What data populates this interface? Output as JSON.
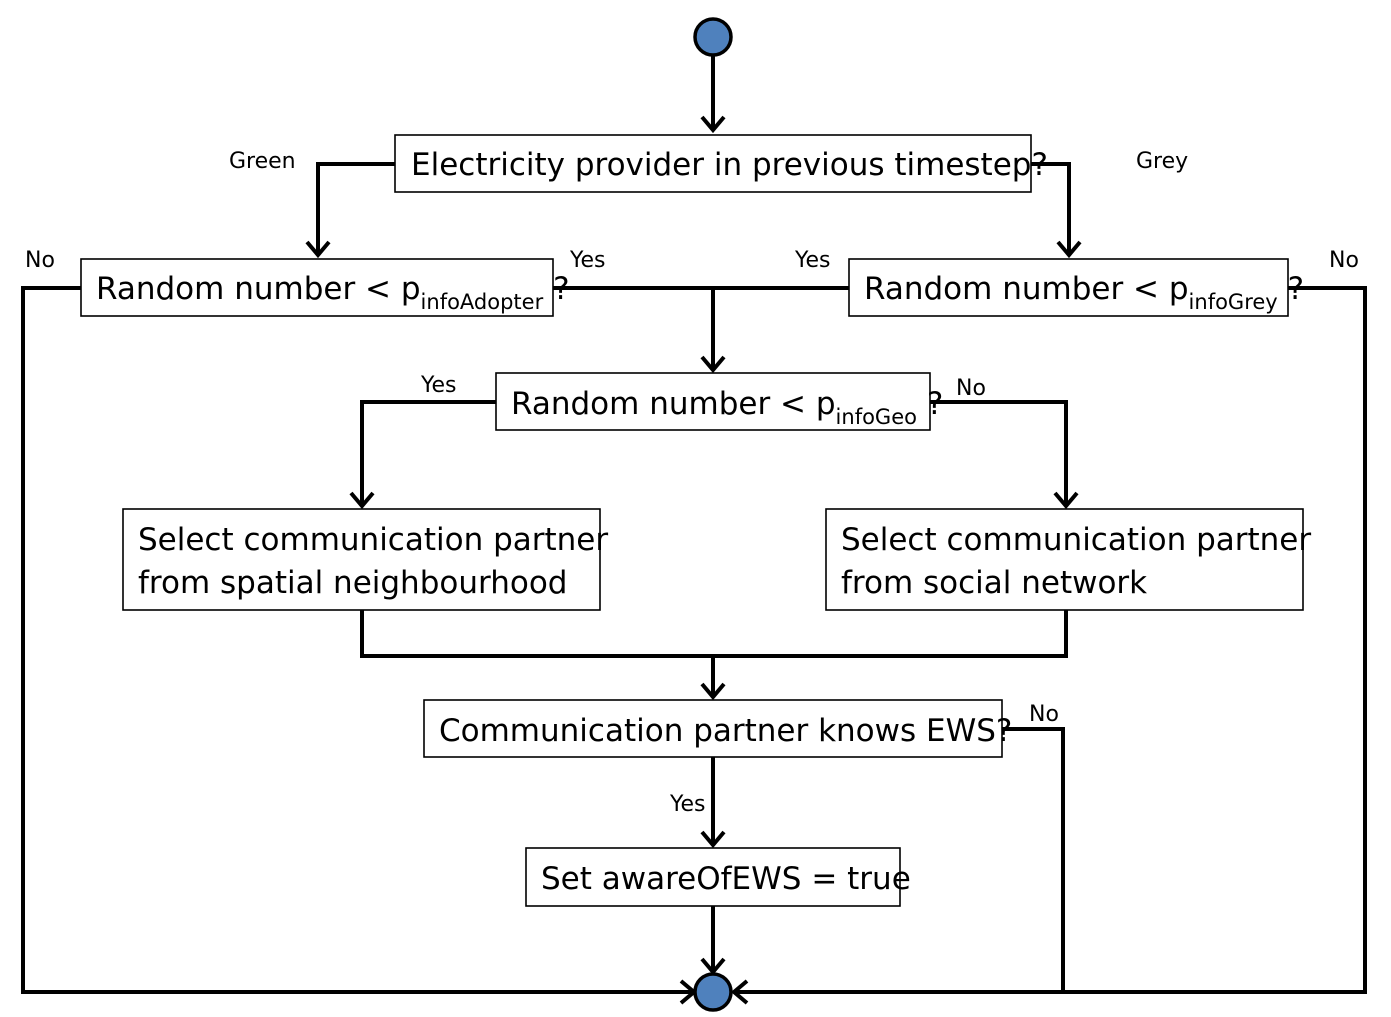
{
  "nodes": {
    "provider": "Electricity provider in previous timestep?",
    "adopter": {
      "main": "Random number < p",
      "sub": "infoAdopter",
      "tail": " ?"
    },
    "grey": {
      "main": "Random number < p",
      "sub": "infoGrey",
      "tail": " ?"
    },
    "geo": {
      "main": "Random number < p",
      "sub": "infoGeo",
      "tail": " ?"
    },
    "spatial": [
      "Select communication partner",
      "from spatial neighbourhood"
    ],
    "social": [
      "Select communication partner",
      "from social network"
    ],
    "knows": "Communication partner knows EWS?",
    "set": "Set awareOfEWS = true"
  },
  "edge_labels": {
    "green": "Green",
    "grey": "Grey",
    "yes": "Yes",
    "no": "No"
  },
  "colors": {
    "terminal_fill": "#4f81bd",
    "stroke": "#000000"
  }
}
